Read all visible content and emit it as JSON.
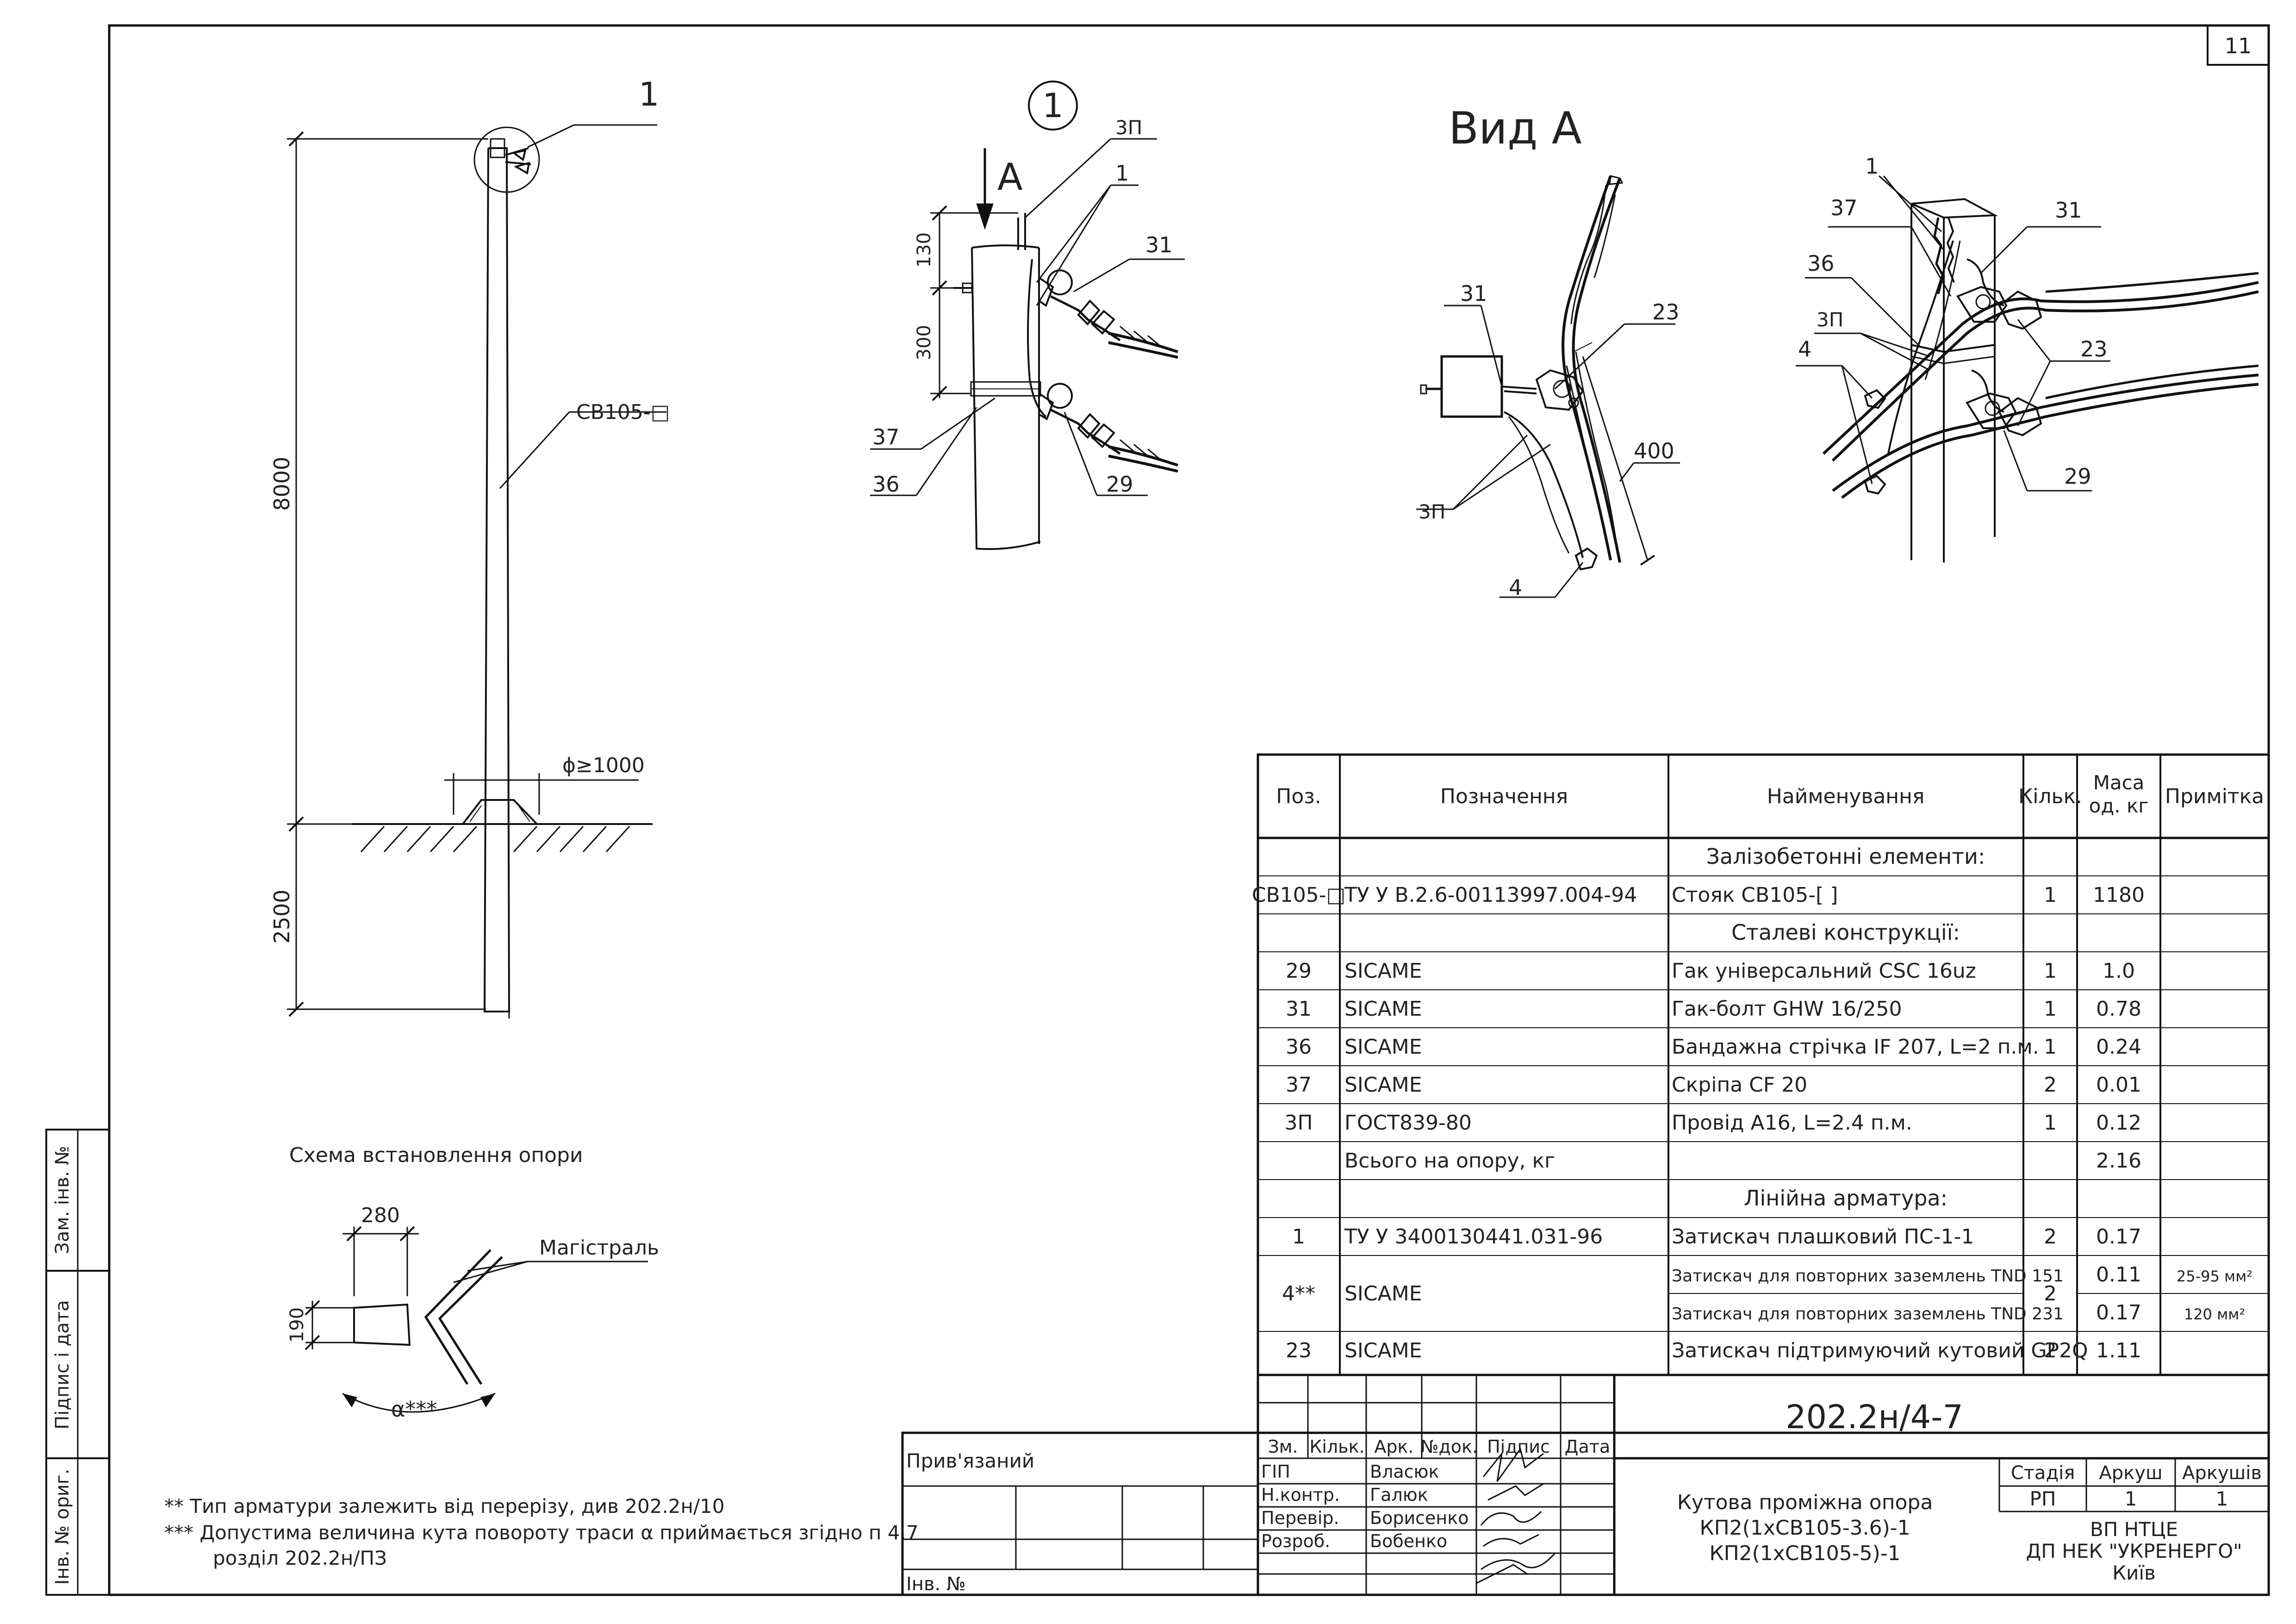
{
  "sheet": {
    "number": "11",
    "drawing_code": "202.2н/4-7",
    "title_lines": [
      "Кутова проміжна опора",
      "КП2(1хСВ105-3.6)-1",
      "КП2(1хСВ105-5)-1"
    ],
    "stage_headers": [
      "Стадія",
      "Аркуш",
      "Аркушів"
    ],
    "stage_values": [
      "РП",
      "1",
      "1"
    ],
    "org_lines": [
      "ВП НТЦЕ",
      "ДП НЕК \"УКРЕНЕРГО\"",
      "Київ"
    ],
    "tied_label": "Прив'язаний",
    "inv_label": "Інв. №",
    "rev_headers": [
      "Зм.",
      "Кільк.",
      "Арк.",
      "№док.",
      "Підпис",
      "Дата"
    ],
    "signers": [
      {
        "role": "ГІП",
        "name": "Власюк"
      },
      {
        "role": "Н.контр.",
        "name": "Галюк"
      },
      {
        "role": "Перевір.",
        "name": "Борисенко"
      },
      {
        "role": "Розроб.",
        "name": "Бобенко"
      }
    ],
    "side_fields": [
      "Зам. інв. №",
      "Підпис і дата",
      "Інв. № ориг."
    ]
  },
  "pole_elevation": {
    "callout": "1",
    "pole_label": "СВ105-□",
    "height_above": "8000",
    "depth_below": "2500",
    "pit_diameter": "ϕ≥1000"
  },
  "detail_1": {
    "marker": "1",
    "view_arrow": "А",
    "dim_top": "130",
    "dim_mid": "300",
    "labels": [
      "3П",
      "1",
      "31",
      "37",
      "36",
      "29"
    ]
  },
  "view_a": {
    "title": "Вид А",
    "labels": [
      "31",
      "23",
      "400",
      "3П",
      "4"
    ]
  },
  "iso_view": {
    "labels": [
      "1",
      "37",
      "31",
      "36",
      "3П",
      "4",
      "23",
      "29"
    ]
  },
  "install_scheme": {
    "title": "Схема встановлення опори",
    "dim_width": "280",
    "dim_height": "190",
    "main_line": "Магістраль",
    "angle": "α***"
  },
  "notes": [
    "** Тип арматури залежить від перерізу, див 202.2н/10",
    "*** Допустима величина кута повороту траси α приймається згідно п 4.7",
    "розділ 202.2н/ПЗ"
  ],
  "spec": {
    "headers": [
      "Поз.",
      "Позначення",
      "Найменування",
      "Кільк.",
      "Маса од. кг",
      "Примітка"
    ],
    "rows": [
      {
        "kind": "section",
        "name": "Залізобетонні елементи:"
      },
      {
        "pos": "СВ105-□",
        "code": "ТУ У В.2.6-00113997.004-94",
        "name": "Стояк СВ105-[    ]",
        "qty": "1",
        "mass": "1180",
        "note": ""
      },
      {
        "kind": "section",
        "name": "Сталеві конструкції:"
      },
      {
        "pos": "29",
        "code": "SICAME",
        "name": "Гак універсальний CSC 16uz",
        "qty": "1",
        "mass": "1.0",
        "note": ""
      },
      {
        "pos": "31",
        "code": "SICAME",
        "name": "Гак-болт GHW 16/250",
        "qty": "1",
        "mass": "0.78",
        "note": ""
      },
      {
        "pos": "36",
        "code": "SICAME",
        "name": "Бандажна стрічка IF 207, L=2 п.м.",
        "qty": "1",
        "mass": "0.24",
        "note": ""
      },
      {
        "pos": "37",
        "code": "SICAME",
        "name": "Скріпа CF 20",
        "qty": "2",
        "mass": "0.01",
        "note": ""
      },
      {
        "pos": "3П",
        "code": "ГОСТ839-80",
        "name": "Провід А16, L=2.4 п.м.",
        "qty": "1",
        "mass": "0.12",
        "note": ""
      },
      {
        "pos": "",
        "code": "Всього на опору, кг",
        "name": "",
        "qty": "",
        "mass": "2.16",
        "note": ""
      },
      {
        "kind": "section",
        "name": "Лінійна арматура:"
      },
      {
        "pos": "1",
        "code": "ТУ У 3400130441.031-96",
        "name": "Затискач плашковий ПС-1-1",
        "qty": "2",
        "mass": "0.17",
        "note": ""
      },
      {
        "pos": "4**",
        "code": "SICAME",
        "name": "Затискач для повторних заземлень TND 151",
        "qty": "2",
        "mass": "0.11",
        "note": "25-95 мм²"
      },
      {
        "pos": "",
        "code": "",
        "name": "Затискач для повторних заземлень TND 231",
        "qty": "",
        "mass": "0.17",
        "note": "120 мм²"
      },
      {
        "pos": "23",
        "code": "SICAME",
        "name": "Затискач підтримуючий кутовий GP2Q",
        "qty": "2",
        "mass": "1.11",
        "note": ""
      }
    ]
  }
}
